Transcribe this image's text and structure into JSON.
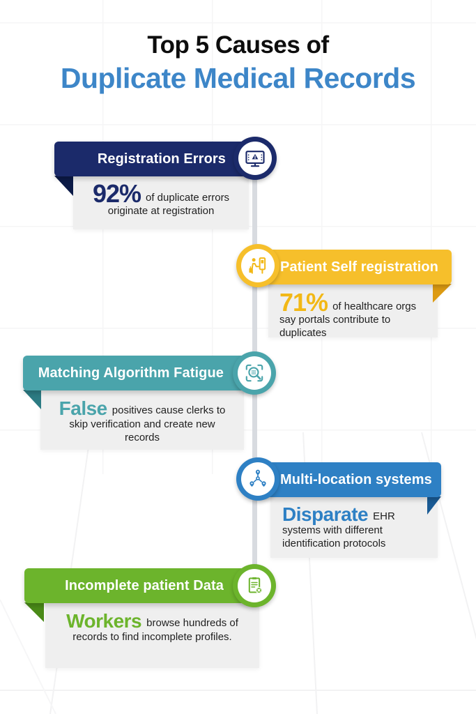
{
  "title": {
    "prefix": "Top 5 Causes of",
    "main": "Duplicate Medical Records"
  },
  "colors": {
    "title_accent": "#3d86c8",
    "title_dark": "#0d0d0d",
    "card_background": "#efefef",
    "timeline": "#d8dbe0",
    "body_text": "#1f1f1f"
  },
  "items": [
    {
      "label": "Registration Errors",
      "icon": "monitor-warning-icon",
      "side": "left",
      "accent": "#1b2a6a",
      "fold": "#0c1a47",
      "stat": "92%",
      "text": "of duplicate errors originate at registration"
    },
    {
      "label": "Patient Self registration",
      "icon": "self-service-kiosk-icon",
      "side": "right",
      "accent": "#f6bf2b",
      "fold": "#dd9b12",
      "stat": "71%",
      "text": "of healthcare orgs say portals contribute to duplicates"
    },
    {
      "label": "Matching Algorithm Fatigue",
      "icon": "scan-magnifier-icon",
      "side": "left",
      "accent": "#4aa4ab",
      "fold": "#2c7b83",
      "stat": "False",
      "text": "positives cause clerks to skip verification and create new records"
    },
    {
      "label": "Multi-location systems",
      "icon": "location-network-icon",
      "side": "right",
      "accent": "#2e80c4",
      "fold": "#1a5b95",
      "stat": "Disparate",
      "text": "EHR systems with different identification protocols"
    },
    {
      "label": "Incomplete patient Data",
      "icon": "incomplete-document-icon",
      "side": "left",
      "accent": "#6cb42c",
      "fold": "#4a8a18",
      "stat": "Workers",
      "text": "browse hundreds of records to find incomplete profiles."
    }
  ]
}
